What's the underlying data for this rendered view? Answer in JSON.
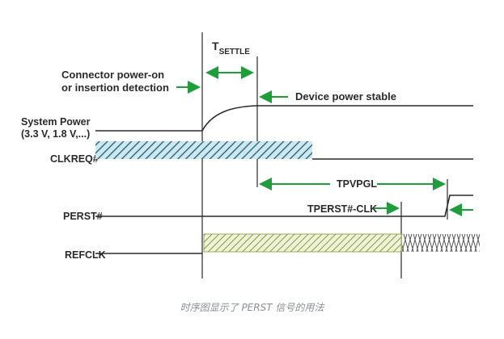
{
  "labels": {
    "t_settle_main": "T",
    "t_settle_sub": "SETTLE",
    "connector_line1": "Connector power-on",
    "connector_line2": "or insertion detection",
    "device_stable": "Device power stable",
    "system_power_line1": "System Power",
    "system_power_line2": "(3.3 V, 1.8 V,...)",
    "clkreq": "CLKREQ#",
    "perst": "PERST#",
    "refclk": "REFCLK",
    "tpvpgl": "TPVPGL",
    "tperst_clk": "TPERST#-CLK"
  },
  "caption": "时序图显示了 PERST 信号的用法",
  "colors": {
    "line": "#2a2a2a",
    "arrow_green": "#1e9e3a",
    "clkreq_fill": "#cfe8ef",
    "clkreq_hatch": "#2f6f88",
    "refclk_fill": "#eef2d8",
    "refclk_hatch": "#8a9a3a",
    "clock_pattern": "#555555",
    "caption": "#8a8f96"
  }
}
